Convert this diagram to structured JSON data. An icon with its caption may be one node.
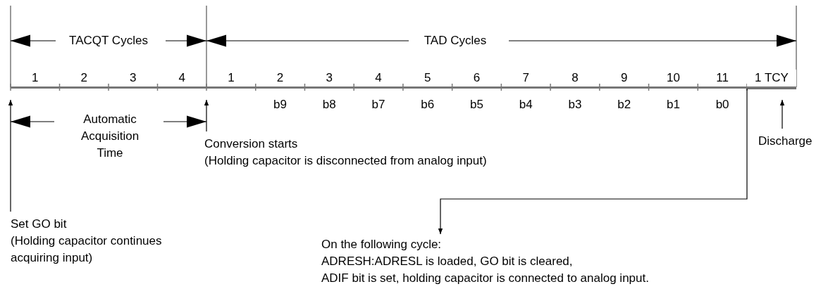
{
  "diagram": {
    "nodes": [
      {
        "text": [
          "Set GO bit",
          "(Holding capacitor continues acquiring input)"
        ]
      },
      {
        "text": [
          "Conversion starts",
          "(Holding capacitor is disconnected from analog input)"
        ]
      },
      {
        "text": [
          "Discharge"
        ]
      },
      {
        "text": [
          "On the following cycle:",
          "ADRESH:ADRESL is loaded, GO bit is cleared,",
          "ADIF bit is set, holding capacitor is connected to analog input."
        ]
      },
      {
        "text": [],
        "shape": "bar"
      }
    ],
    "edges": [
      {
        "from": 0,
        "to": 4,
        "arrow": "to"
      },
      {
        "from": 1,
        "to": 4,
        "arrow": "to"
      },
      {
        "from": 2,
        "to": 4,
        "arrow": "to"
      },
      {
        "from": 4,
        "to": 3,
        "arrow": "to"
      }
    ],
    "labels": [
      "TACQT Cycles",
      "TAD Cycles",
      "1",
      "2",
      "3",
      "4",
      "1",
      "2",
      "3",
      "4",
      "5",
      "6",
      "7",
      "8",
      "9",
      "10",
      "11",
      "1 TCY",
      "b9",
      "b8",
      "b7",
      "b6",
      "b5",
      "b4",
      "b3",
      "b2",
      "b1",
      "b0",
      "Automatic Acquisition Time"
    ]
  }
}
